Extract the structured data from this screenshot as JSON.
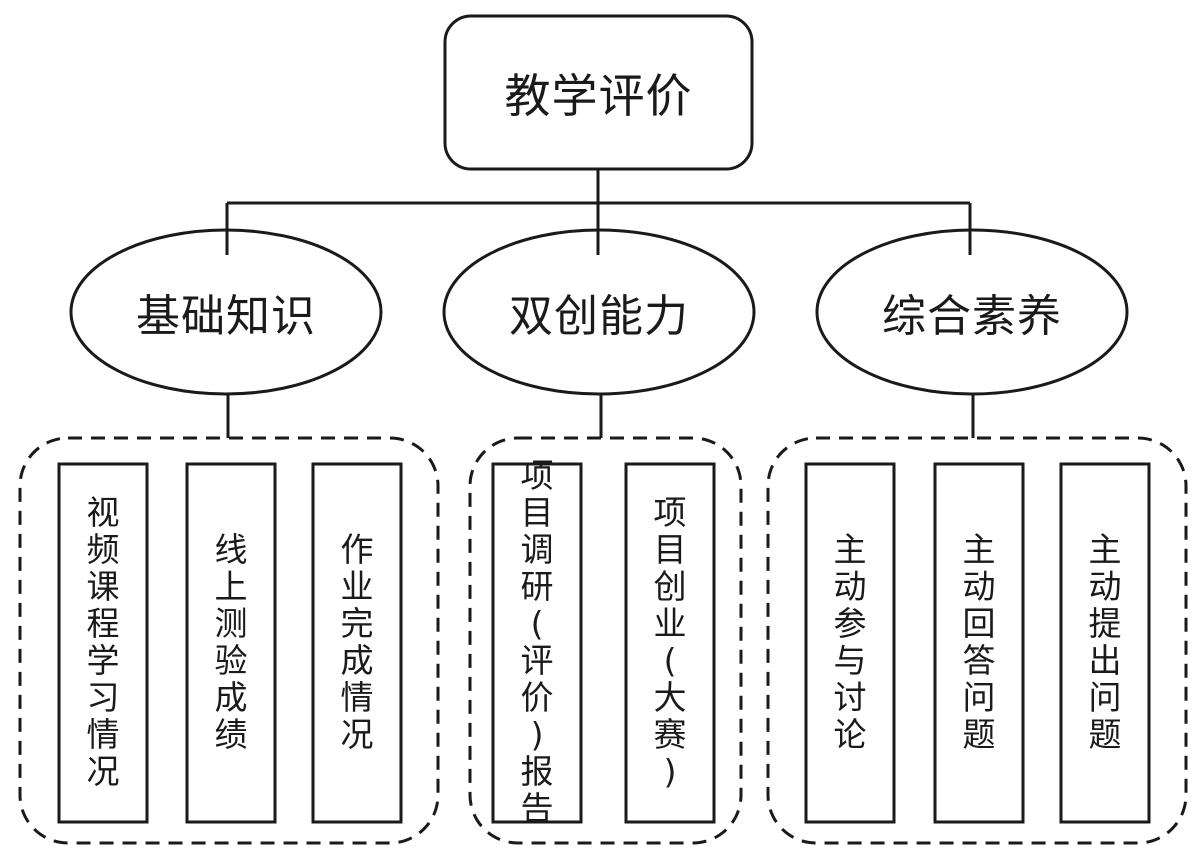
{
  "root": {
    "label": "教学评价"
  },
  "categories": [
    {
      "label": "基础知识",
      "items": [
        "视频课程学习情况",
        "线上测验成绩",
        "作业完成情况"
      ]
    },
    {
      "label": "双创能力",
      "items": [
        "项目调研(评价)报告",
        "项目创业(大赛)"
      ]
    },
    {
      "label": "综合素养",
      "items": [
        "主动参与讨论",
        "主动回答问题",
        "主动提出问题"
      ]
    }
  ]
}
